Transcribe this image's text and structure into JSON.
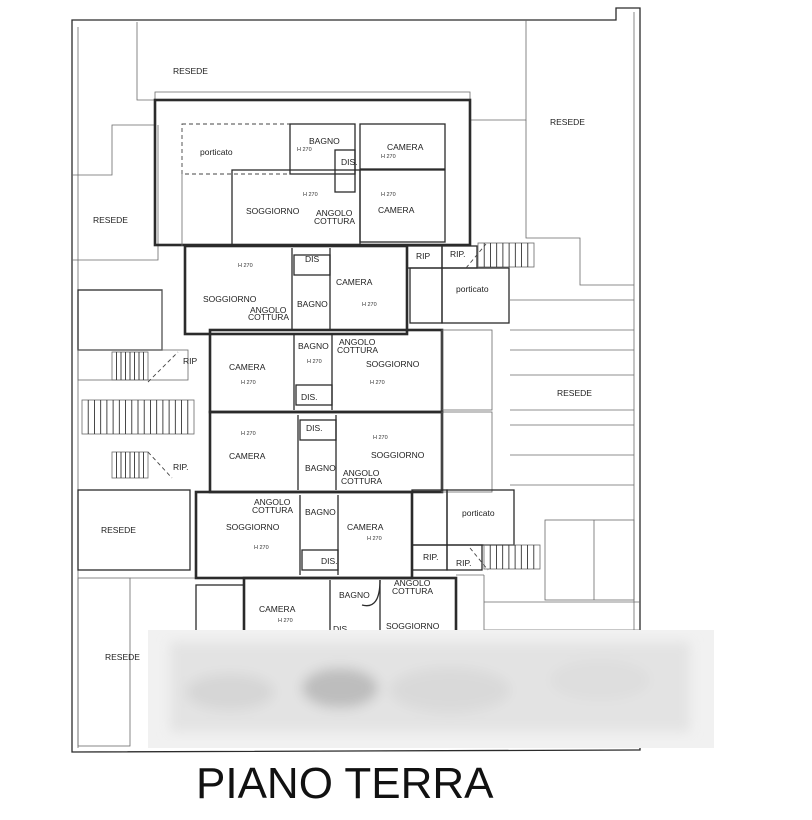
{
  "drawing_title": "PIANO TERRA",
  "height_tag": "H 270",
  "labels": {
    "resede": "RESEDE",
    "porticato": "porticato",
    "bagno": "BAGNO",
    "camera": "CAMERA",
    "dis": "DIS.",
    "dis_short": "DIS",
    "soggiorno": "SOGGIORNO",
    "angolo": "ANGOLO",
    "cottura": "COTTURA",
    "rip": "RIP.",
    "rip_short": "RIP"
  },
  "redacted_area": "blurred"
}
